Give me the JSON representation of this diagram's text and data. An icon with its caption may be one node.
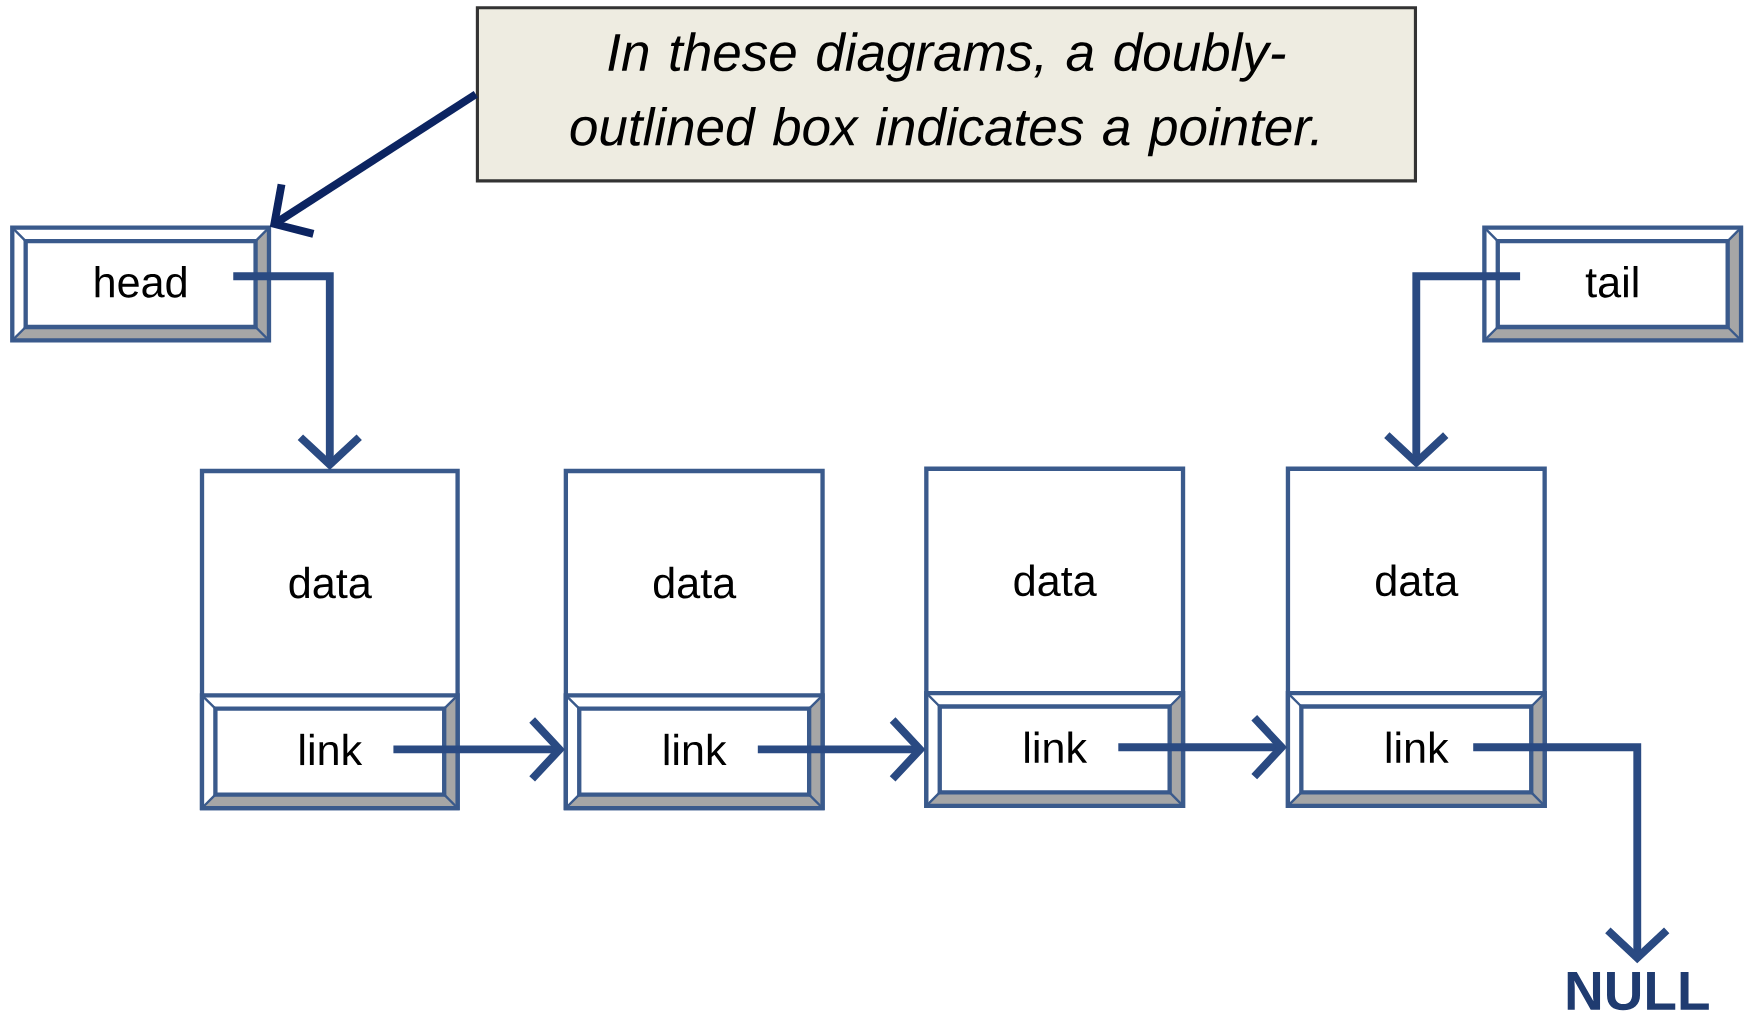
{
  "diagram": {
    "nodes": [
      {
        "text": [
          "In these diagrams, a doubly-outlined box indicates a pointer."
        ]
      },
      {
        "text": [
          "head"
        ]
      },
      {
        "text": [
          "tail"
        ]
      },
      {
        "text": [
          "data"
        ]
      },
      {
        "text": [
          "link"
        ],
        "in": 3
      },
      {
        "text": [
          "data"
        ]
      },
      {
        "text": [
          "link"
        ],
        "in": 5
      },
      {
        "text": [
          "data"
        ]
      },
      {
        "text": [
          "link"
        ],
        "in": 7
      },
      {
        "text": [
          "data"
        ]
      },
      {
        "text": [
          "link"
        ],
        "in": 9
      },
      {
        "text": [
          "NULL"
        ]
      }
    ],
    "edges": [
      {
        "from": 0,
        "to": 1,
        "arrow": "to",
        "color": "#0c2461"
      },
      {
        "from": 1,
        "to": 3,
        "arrow": "to"
      },
      {
        "from": 2,
        "to": 9,
        "arrow": "to"
      },
      {
        "from": 4,
        "to": 5,
        "arrow": "to"
      },
      {
        "from": 6,
        "to": 7,
        "arrow": "to"
      },
      {
        "from": 8,
        "to": 9,
        "arrow": "to"
      },
      {
        "from": 10,
        "to": 11,
        "arrow": "to"
      }
    ]
  }
}
